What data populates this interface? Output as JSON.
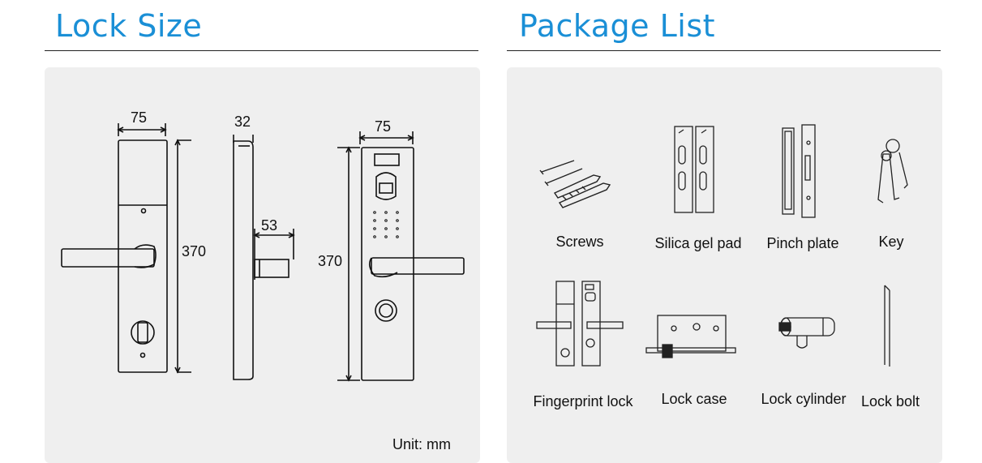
{
  "left_section": {
    "title": "Lock Size",
    "unit_note": "Unit: mm",
    "dimensions": {
      "front_width": "75",
      "front_height": "370",
      "side_thickness": "32",
      "handle_projection": "53",
      "back_width": "75",
      "back_height": "370"
    }
  },
  "right_section": {
    "title": "Package List",
    "items": [
      {
        "label": "Screws",
        "icon": "screws-icon"
      },
      {
        "label": "Silica gel pad",
        "icon": "silica-gel-pad-icon"
      },
      {
        "label": "Pinch plate",
        "icon": "pinch-plate-icon"
      },
      {
        "label": "Key",
        "icon": "key-icon"
      },
      {
        "label": "Fingerprint lock",
        "icon": "fingerprint-lock-icon"
      },
      {
        "label": "Lock case",
        "icon": "lock-case-icon"
      },
      {
        "label": "Lock cylinder",
        "icon": "lock-cylinder-icon"
      },
      {
        "label": "Lock bolt",
        "icon": "lock-bolt-icon"
      }
    ]
  },
  "colors": {
    "heading": "#1a8fd6",
    "panel_background": "#efefef",
    "line_art": "#222222"
  }
}
